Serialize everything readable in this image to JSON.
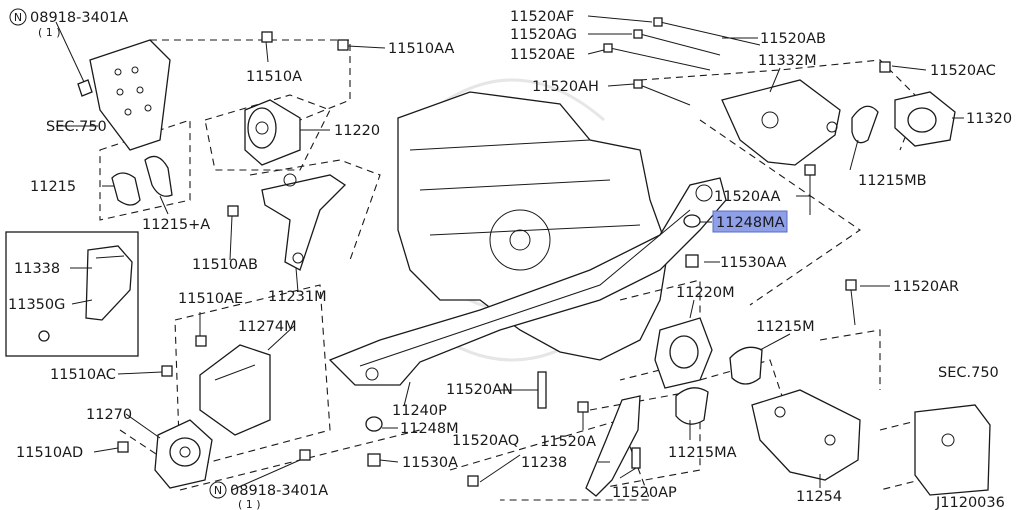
{
  "diagram_id": "J1120036",
  "highlight_color": "#8fa0e8",
  "labels": {
    "p11520AF": "11520AF",
    "p11520AG": "11520AG",
    "p11520AE": "11520AE",
    "p11520AB": "11520AB",
    "p11332M": "11332M",
    "p11520AC": "11520AC",
    "p11520AH": "11520AH",
    "p11320": "11320",
    "p11215MB": "11215MB",
    "p11520AA": "11520AA",
    "p11248MA": "11248MA",
    "p11530AA": "11530AA",
    "p11220M": "11220M",
    "p11520AR": "11520AR",
    "p11215M": "11215M",
    "sec750_right": "SEC.750",
    "p11520AN": "11520AN",
    "p11520A": "11520A",
    "p11215MA": "11215MA",
    "p11520AQ": "11520AQ",
    "p11238": "11238",
    "p11520AP": "11520AP",
    "p11254": "11254",
    "nut_top": "08918-3401A",
    "nut_top_qty": "( 1 )",
    "nut_bottom": "08918-3401A",
    "nut_bottom_qty": "( 1 )",
    "sec750_left": "SEC.750",
    "p11510AA": "11510AA",
    "p11510A": "11510A",
    "p11220": "11220",
    "p11215": "11215",
    "p11215plusA": "11215+A",
    "p11510AB": "11510AB",
    "p11231M": "11231M",
    "p11338": "11338",
    "p11350G": "11350G",
    "p11510AE": "11510AE",
    "p11274M": "11274M",
    "p11510AC": "11510AC",
    "p11270": "11270",
    "p11510AD": "11510AD",
    "p11240P": "11240P",
    "p11248M": "11248M",
    "p11530A": "11530A"
  },
  "circled_marker": "N"
}
